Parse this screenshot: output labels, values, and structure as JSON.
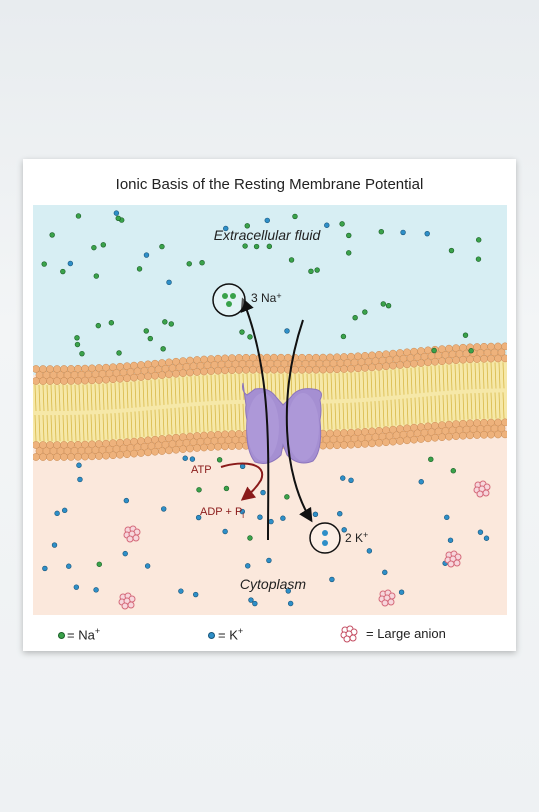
{
  "title": "Ionic Basis of the Resting Membrane Potential",
  "labels": {
    "extracellular": "Extracellular fluid",
    "cytoplasm": "Cytoplasm",
    "na_out": "3 Na",
    "na_out_sup": "+",
    "k_in": "2 K",
    "k_in_sup": "+",
    "atp": "ATP",
    "adp": "ADP + P",
    "adp_sub": "i"
  },
  "legend": {
    "na": "= Na",
    "na_sup": "+",
    "k": "= K",
    "k_sup": "+",
    "anion": "=  Large anion"
  },
  "colors": {
    "extracellular_bg": "#d7eef3",
    "cytoplasm_bg": "#fbe8dc",
    "na_ion": "#3aa24a",
    "k_ion": "#2e8fc8",
    "anion": "#d46a7a",
    "pump": "#a58fd2",
    "lipid_head": "#eeb27c",
    "atp_arrow": "#8a1a1a"
  }
}
